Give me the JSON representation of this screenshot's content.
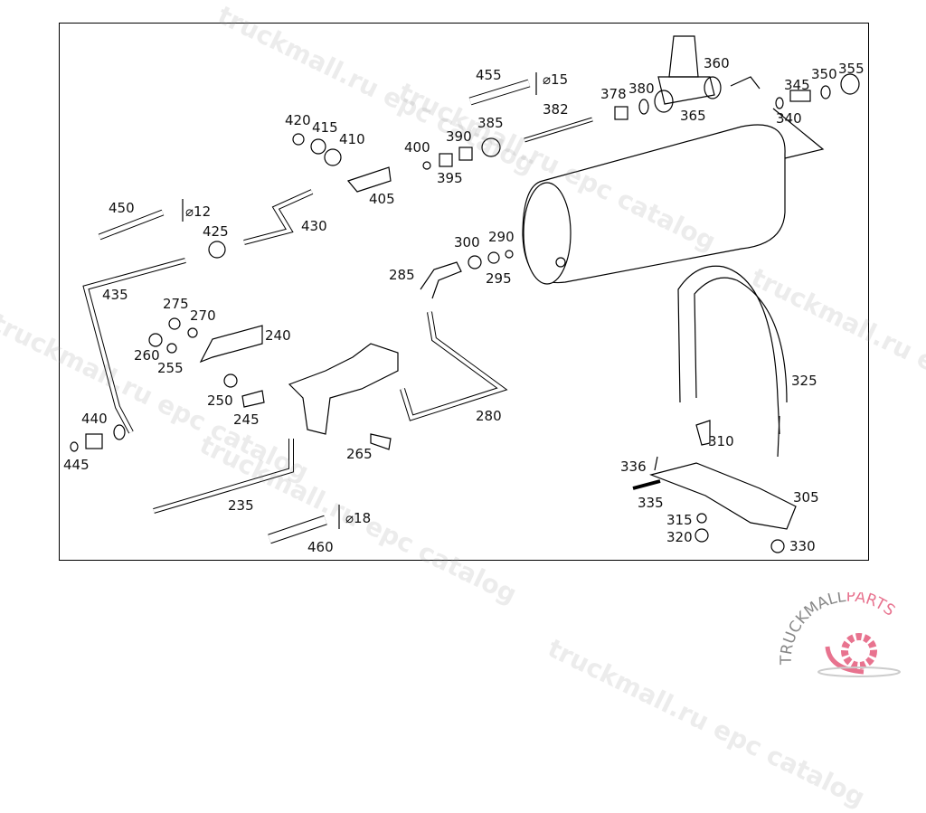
{
  "labels": [
    "455",
    "⌀15",
    "360",
    "378",
    "380",
    "345",
    "350",
    "355",
    "340",
    "382",
    "365",
    "420",
    "415",
    "410",
    "385",
    "390",
    "400",
    "395",
    "405",
    "450",
    "⌀12",
    "425",
    "430",
    "300",
    "290",
    "285",
    "295",
    "435",
    "275",
    "270",
    "240",
    "260",
    "255",
    "250",
    "245",
    "280",
    "325",
    "440",
    "445",
    "265",
    "310",
    "336",
    "335",
    "305",
    "315",
    "320",
    "330",
    "235",
    "⌀18",
    "460"
  ],
  "watermark": "truckmall.ru epc catalog",
  "logo": {
    "text_dark": "TRUCKMALL",
    "text_accent": "PARTS",
    "accent_color": "#e8738f",
    "gray_color": "#888888"
  }
}
